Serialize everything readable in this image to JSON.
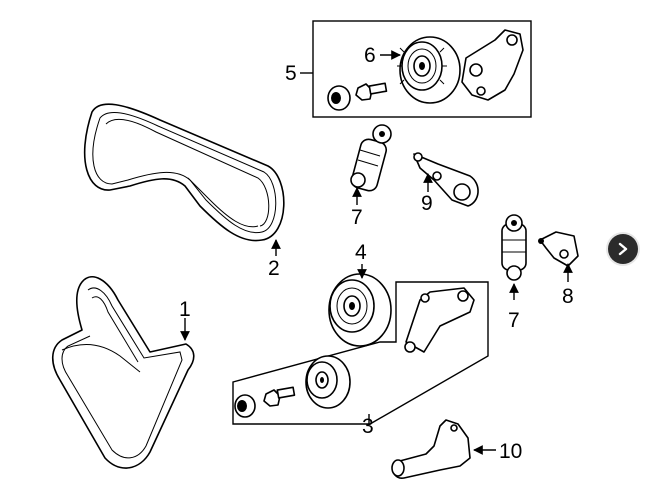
{
  "callouts": {
    "c1": "1",
    "c2": "2",
    "c3": "3",
    "c4": "4",
    "c5": "5",
    "c6": "6",
    "c7a": "7",
    "c7b": "7",
    "c8": "8",
    "c9": "9",
    "c10": "10"
  },
  "icons": {
    "next": "chevron-right-icon"
  }
}
